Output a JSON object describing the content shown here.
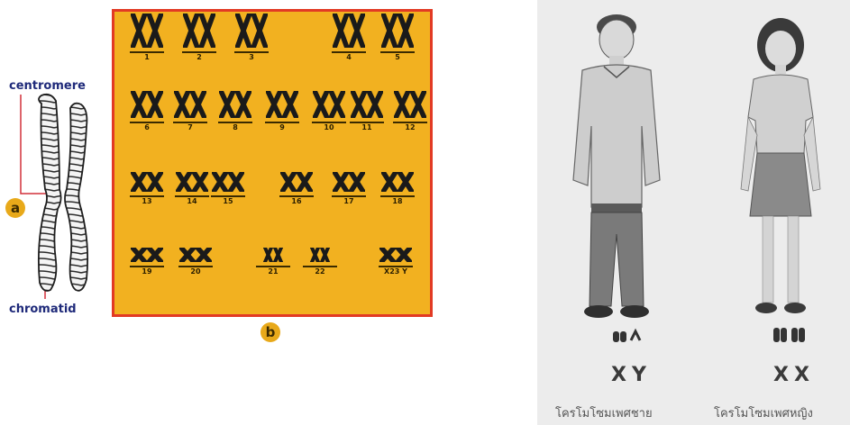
{
  "left_figure": {
    "centromere_label": "centromere",
    "chromatid_label": "chromatid",
    "badge_a": "a"
  },
  "karyotype": {
    "badge_b": "b",
    "rows": [
      [
        "1",
        "2",
        "3",
        "4",
        "5"
      ],
      [
        "6",
        "7",
        "8",
        "9",
        "10",
        "11",
        "12"
      ],
      [
        "13",
        "14",
        "15",
        "16",
        "17",
        "18"
      ],
      [
        "19",
        "20",
        "21",
        "22",
        "23"
      ]
    ],
    "sex_pair_labels": [
      "X",
      "Y"
    ]
  },
  "right_figure": {
    "male": {
      "chromosomes": "XY",
      "caption": "โครโมโซมเพศชาย"
    },
    "female": {
      "chromosomes": "XX",
      "caption": "โครโมโซมเพศหญิง"
    }
  },
  "colors": {
    "karyotype_bg": "#f2b120",
    "karyotype_border": "#e23a24",
    "label_blue": "#1f2a7a",
    "badge": "#e8a91a"
  }
}
